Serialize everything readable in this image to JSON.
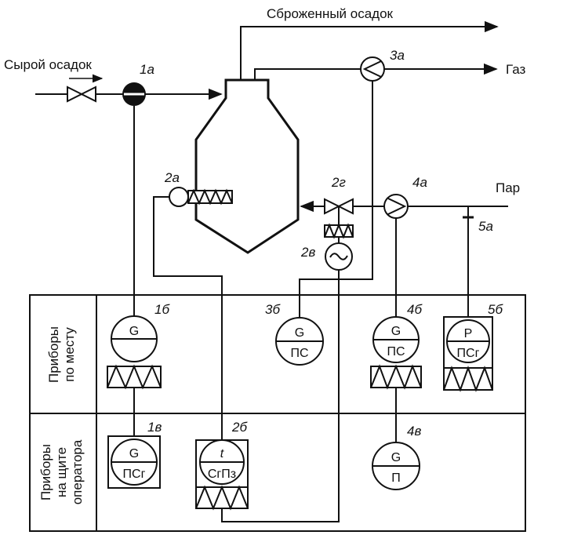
{
  "flows": {
    "raw_sludge": "Сырой осадок",
    "digested_sludge": "Сброженный осадок",
    "gas": "Газ",
    "steam": "Пар"
  },
  "panel": {
    "row_local_line1": "Приборы",
    "row_local_line2": "по месту",
    "row_operator_line1": "Приборы",
    "row_operator_line2": "на щите",
    "row_operator_line3": "оператора"
  },
  "tags": {
    "t1a": "1а",
    "t1b": "1б",
    "t1v": "1в",
    "t2a": "2а",
    "t2b": "2б",
    "t2v": "2в",
    "t2g": "2г",
    "t3a": "3а",
    "t3b": "3б",
    "t4a": "4а",
    "t4b": "4б",
    "t4v": "4в",
    "t5a": "5а",
    "t5b": "5б"
  },
  "instruments": {
    "i1b_top": "G",
    "i1v_top": "G",
    "i1v_bot": "ПСг",
    "i2b_top": "t",
    "i2b_bot": "СгПз",
    "i3b_top": "G",
    "i3b_bot": "ПС",
    "i4b_top": "G",
    "i4b_bot": "ПС",
    "i4v_top": "G",
    "i4v_bot": "П",
    "i5b_top": "P",
    "i5b_bot": "ПСг"
  }
}
